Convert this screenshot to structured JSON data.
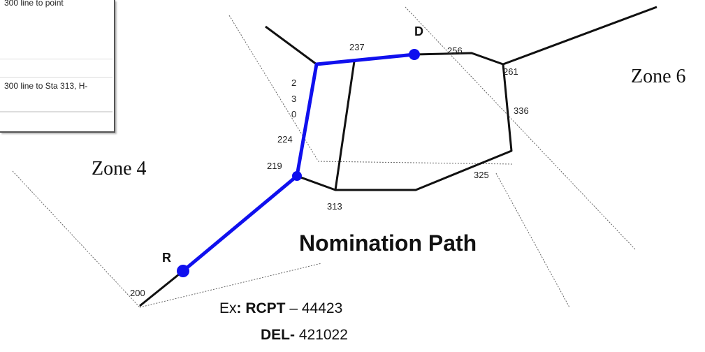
{
  "table": {
    "row1_text": "300 line to point",
    "row2_text": "300 line to Sta 313, H-"
  },
  "zones": {
    "zone4": "Zone 4",
    "zone6": "Zone 6"
  },
  "title": "Nomination Path",
  "points": {
    "receipt": "R",
    "delivery": "D"
  },
  "node_labels": {
    "n200": "200",
    "n219": "219",
    "n224": "224",
    "n230_d1": "2",
    "n230_d2": "3",
    "n230_d3": "0",
    "n237": "237",
    "n256": "256",
    "n261": "261",
    "n336": "336",
    "n325": "325",
    "n313": "313"
  },
  "example": {
    "prefix": "Ex",
    "sep1": ": ",
    "rcpt_label": "RCPT",
    "rcpt_dash": " – ",
    "rcpt_value": "44423",
    "del_label": "DEL-",
    "del_value": " 421022"
  },
  "colors": {
    "path": "#1010ee",
    "pipe": "#111111",
    "zone_boundary": "#555555"
  }
}
